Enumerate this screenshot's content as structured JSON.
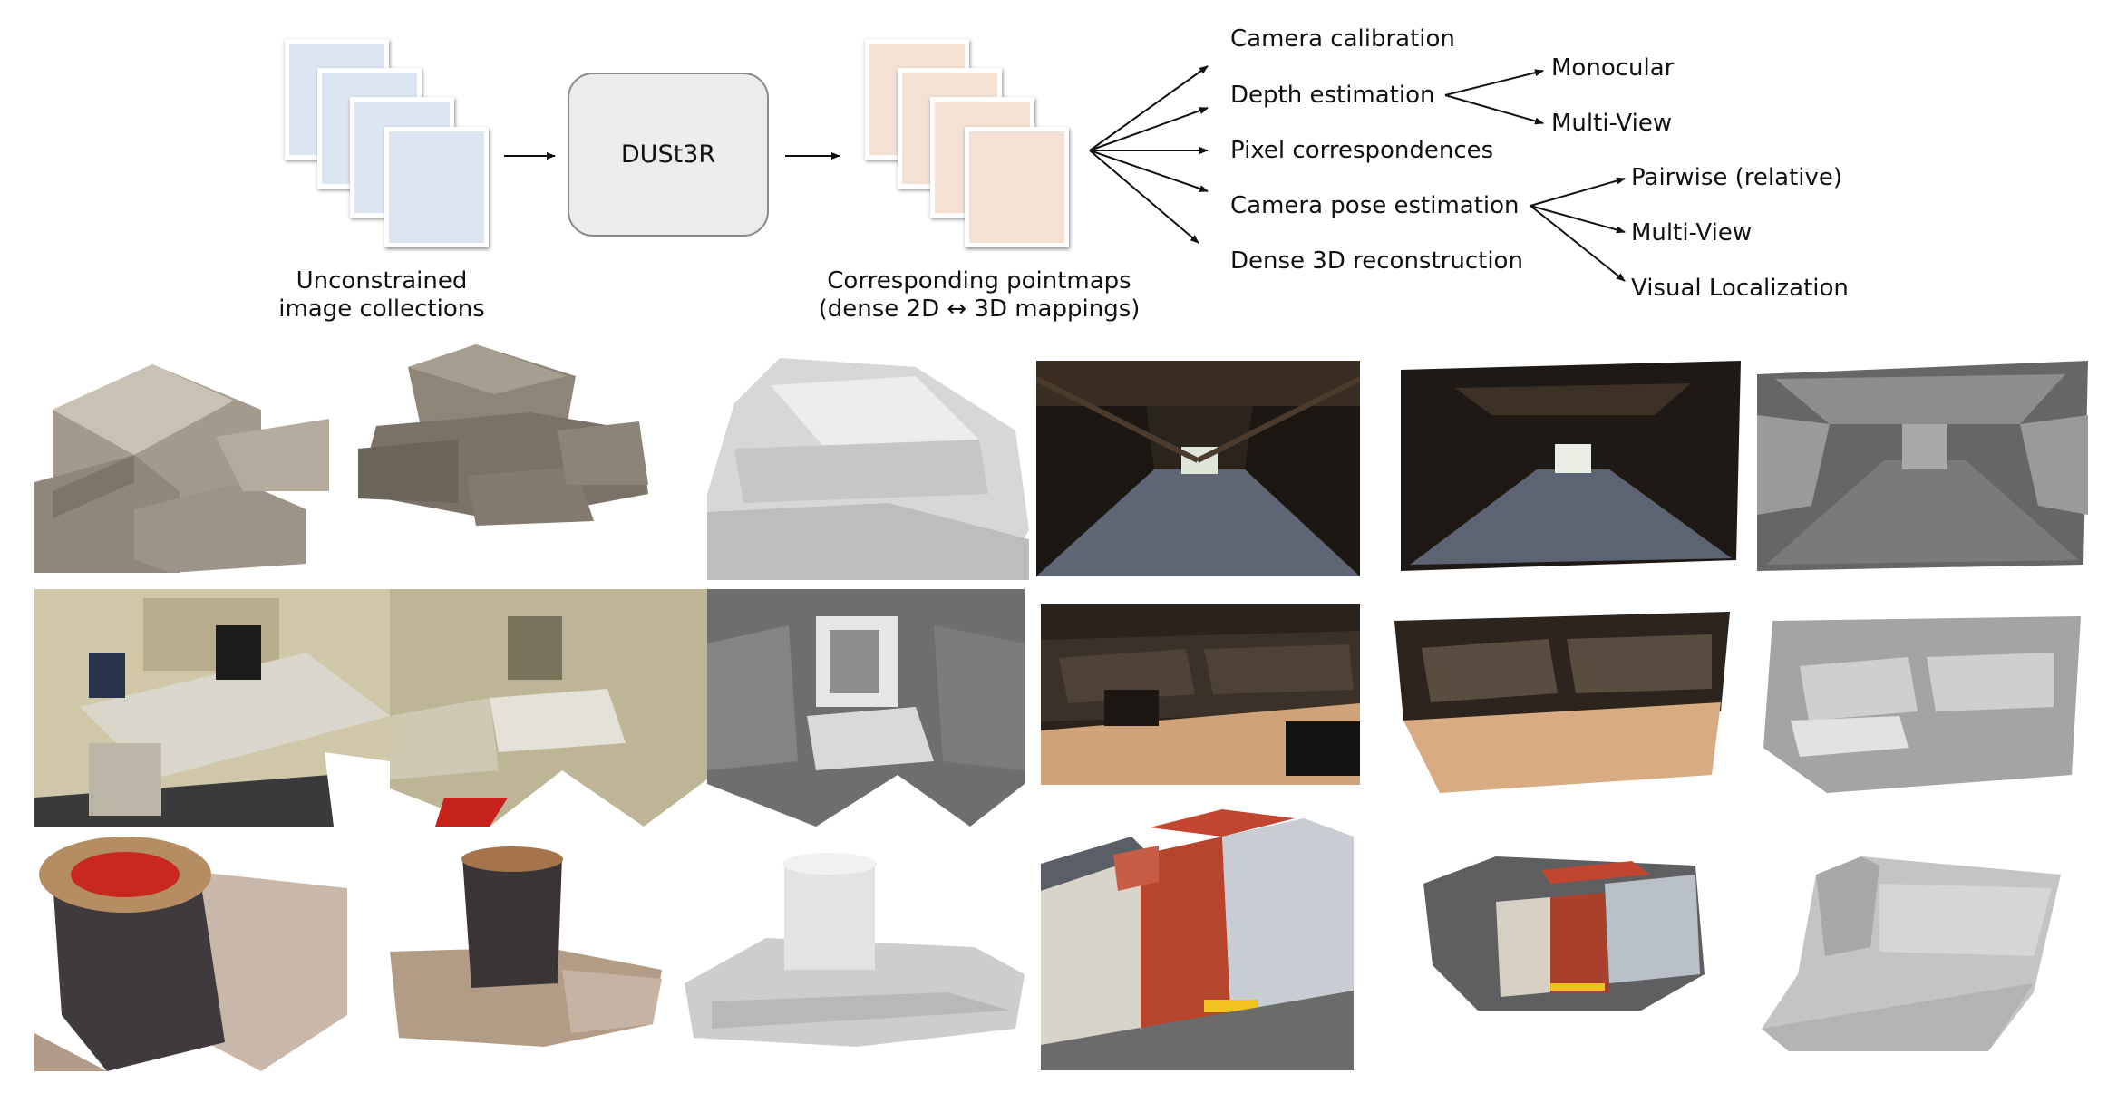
{
  "diagram": {
    "input_caption": [
      "Unconstrained",
      "image collections"
    ],
    "model_label": "DUSt3R",
    "output_caption": [
      "Corresponding pointmaps",
      "(dense 2D ↔ 3D mappings)"
    ],
    "tasks": [
      "Camera calibration",
      "Depth estimation",
      "Pixel correspondences",
      "Camera pose estimation",
      "Dense 3D reconstruction"
    ],
    "depth_subtasks": [
      "Monocular",
      "Multi-View"
    ],
    "pose_subtasks": [
      "Pairwise (relative)",
      "Multi-View",
      "Visual Localization"
    ],
    "colors": {
      "input_sheet": "#dce6f3",
      "output_sheet": "#f4e1d3",
      "model_box": "#ececec"
    }
  },
  "gallery": {
    "rows": [
      {
        "left_scene": "bricks",
        "right_scene": "covered-bridge"
      },
      {
        "left_scene": "office",
        "right_scene": "auditorium"
      },
      {
        "left_scene": "pot-on-brick",
        "right_scene": "town-houses"
      }
    ],
    "column_types": [
      "input photo",
      "colored reconstruction",
      "shaded reconstruction"
    ]
  }
}
